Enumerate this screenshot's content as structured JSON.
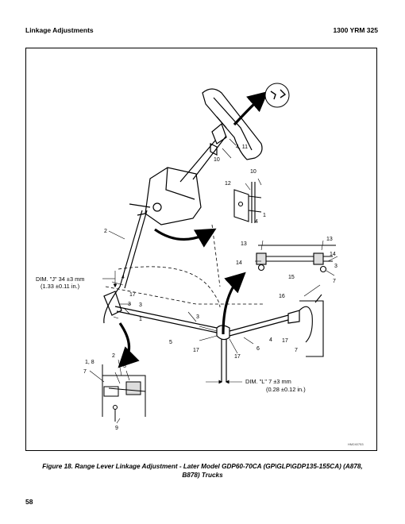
{
  "header": {
    "left_title": "Linkage Adjustments",
    "right_title": "1300 YRM 325"
  },
  "figure": {
    "callouts": {
      "c_4_11": "4, 11",
      "c_10a": "10",
      "c_10b": "10",
      "c_12": "12",
      "c_1a": "1",
      "c_4a": "4",
      "c_2a": "2",
      "c_13a": "13",
      "c_13b": "13",
      "c_14a": "14",
      "c_14b": "14",
      "c_3a": "3",
      "c_7a": "7",
      "c_15": "15",
      "c_16": "16",
      "c_4b": "4",
      "c_17a": "17",
      "c_3b": "3",
      "c_3c": "3",
      "c_1b": "1",
      "c_5": "5",
      "c_3d": "3",
      "c_17b": "17",
      "c_17c": "17",
      "c_6": "6",
      "c_4c": "4",
      "c_17d": "17",
      "c_7b": "7",
      "c_1_8": "1, 8",
      "c_2b": "2",
      "c_7c": "7",
      "c_3e": "3",
      "c_9": "9"
    },
    "dim_j_line1": "DIM. \"J\" 34 ±3 mm",
    "dim_j_line2": "(1.33 ±0.11 in.)",
    "dim_l_line1": "DIM. \"L\"  7 ±3 mm",
    "dim_l_line2": "(0.28 ±0.12 in.)",
    "drawing_code": "HM240753"
  },
  "caption": {
    "line1": "Figure 18. Range Lever Linkage Adjustment - Later Model GDP60-70CA (GP\\GLP\\GDP135-155CA) (A878,",
    "line2": "B878) Trucks"
  },
  "page_number": "58"
}
